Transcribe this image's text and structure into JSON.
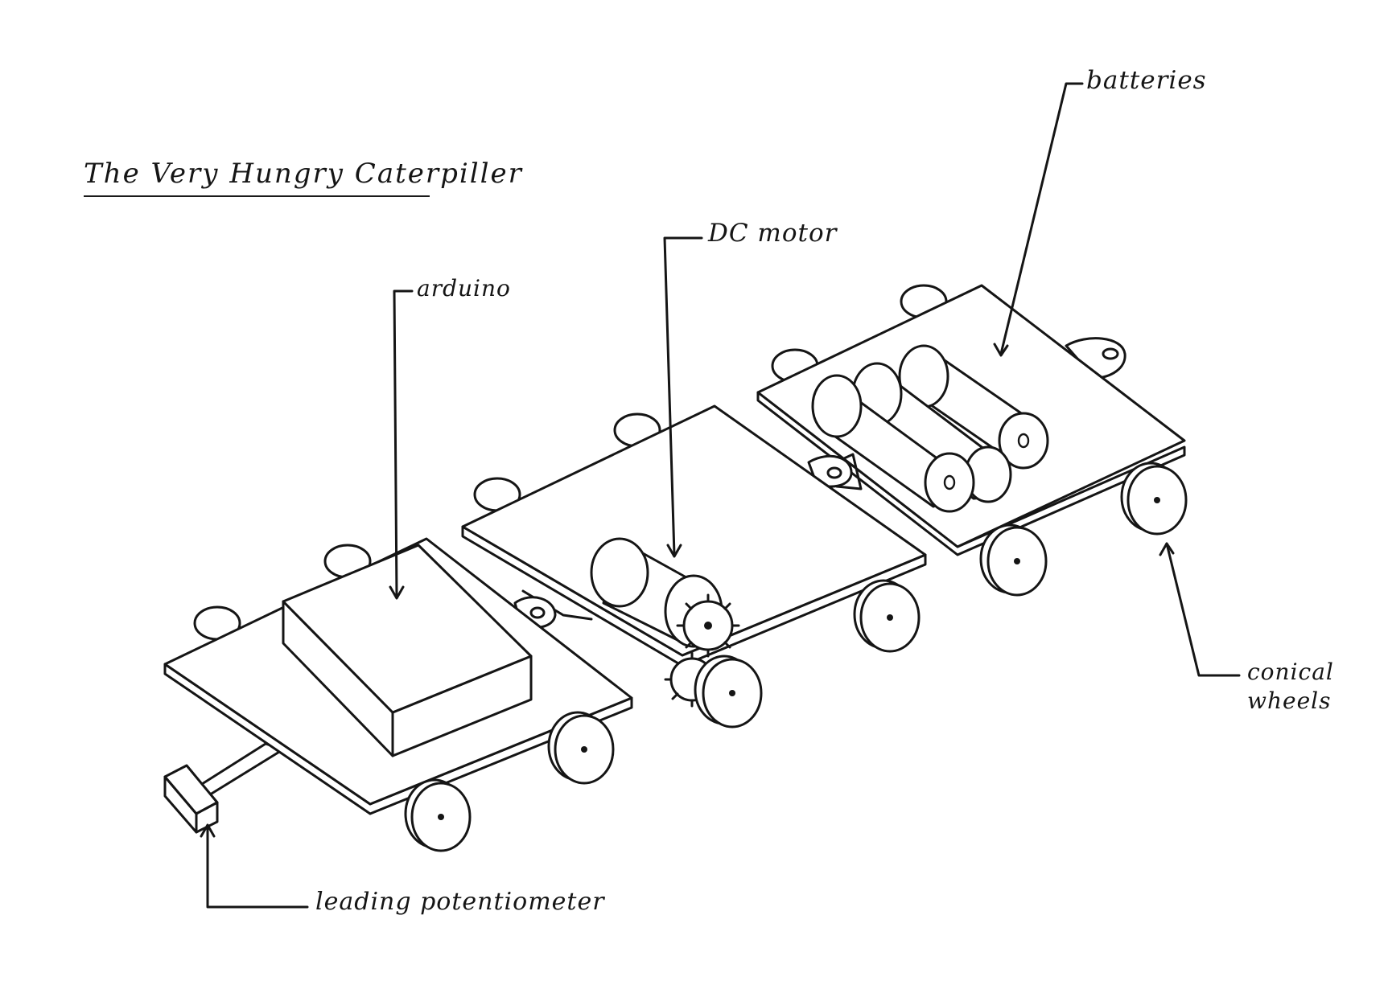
{
  "title": "The Very Hungry Caterpiller",
  "labels": {
    "batteries": "batteries",
    "dc_motor": "DC motor",
    "arduino": "arduino",
    "conical_wheels_line1": "conical",
    "conical_wheels_line2": "wheels",
    "leading_potentiometer": "leading potentiometer"
  },
  "colors": {
    "ink": "#151515",
    "paper": "#ffffff"
  }
}
